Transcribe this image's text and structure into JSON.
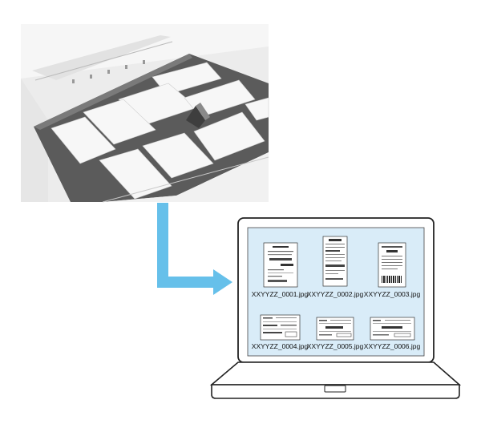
{
  "scanner": {
    "bed_color": "#5a5a5a",
    "lid_color": "#e9e9e9",
    "receipt_color": "#f7f7f7"
  },
  "flow_arrow": {
    "color": "#66c0ea",
    "direction": "down-then-right"
  },
  "laptop": {
    "screen_color": "#d9ecf8",
    "frame_color": "#222222"
  },
  "files": [
    {
      "name": "XXYYZZ_0001.jpg",
      "receipt": "tall-receipt"
    },
    {
      "name": "XXYYZZ_0002.jpg",
      "receipt": "tall-receipt"
    },
    {
      "name": "XXYYZZ_0003.jpg",
      "receipt": "tall-receipt-barcode"
    },
    {
      "name": "XXYYZZ_0004.jpg",
      "receipt": "wide-receipt"
    },
    {
      "name": "XXYYZZ_0005.jpg",
      "receipt": "wide-receipt"
    },
    {
      "name": "XXYYZZ_0006.jpg",
      "receipt": "wide-receipt"
    }
  ]
}
